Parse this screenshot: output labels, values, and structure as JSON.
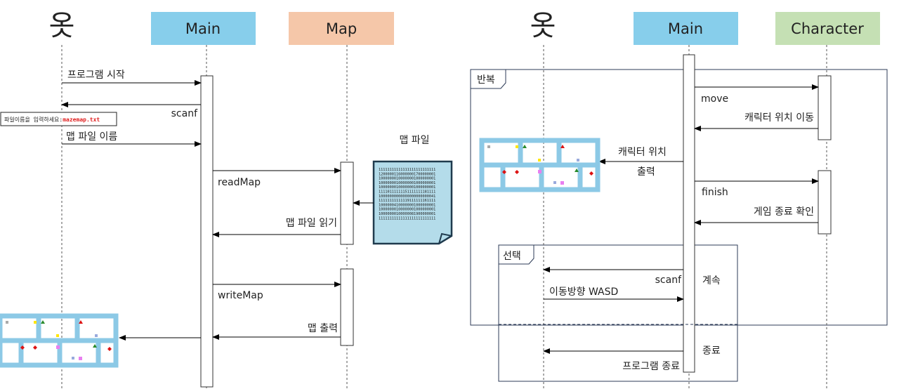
{
  "colors": {
    "main_box": "#87ceeb",
    "map_box": "#f5c7a9",
    "character_box": "#c5e0b4",
    "file_fill": "#b4dcea",
    "file_stroke": "#1f3a4d",
    "maze_wall": "#8cc9e6"
  },
  "left": {
    "actor_label": "옷",
    "participants": {
      "main": "Main",
      "map": "Map"
    },
    "messages": {
      "program_start": "프로그램 시작",
      "scanf": "scanf",
      "map_file_name": "맵 파일 이름",
      "read_map": "readMap",
      "read_map_file": "맵 파일 읽기",
      "write_map": "writeMap",
      "map_output": "맵 출력"
    },
    "prompt": {
      "text": "파일이름을 입력하세요:",
      "value": "mazemap.txt"
    },
    "map_file": {
      "label": "맵 파일",
      "lines": [
        "11111111111111111111111111",
        "12000001160000001700000001",
        "10000000100000001000000001",
        "10000000100000001000000001",
        "10000000100000001000000001",
        "11110111111151111111181111",
        "10000000000000000000000041",
        "11111111111119111111161111",
        "10000004100000001000000001",
        "10000000100000001000000001",
        "10000000100000081900000001",
        "11111111111111111111111111"
      ]
    }
  },
  "right": {
    "actor_label": "옷",
    "participants": {
      "main": "Main",
      "character": "Character"
    },
    "loop_frame": {
      "label": "반복"
    },
    "alt_frame": {
      "label": "선택",
      "guard_continue": "계속",
      "guard_exit": "종료"
    },
    "messages": {
      "move": "move",
      "character_move": "캐릭터 위치 이동",
      "character_position": "캐릭터 위치",
      "output": "출력",
      "finish": "finish",
      "check_game_end": "게임 종료 확인",
      "scanf": "scanf",
      "direction_input": "이동방향 WASD",
      "program_end": "프로그램 종료"
    }
  }
}
